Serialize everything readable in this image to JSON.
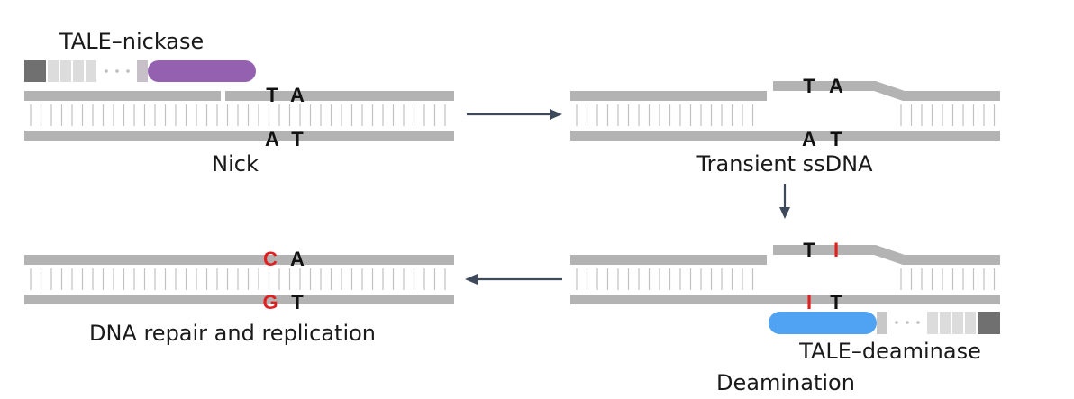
{
  "labels": {
    "tale_nickase": "TALE–nickase",
    "nick": "Nick",
    "transient_ssdna": "Transient ssDNA",
    "repair": "DNA repair and replication",
    "tale_deaminase": "TALE–deaminase",
    "deamination": "Deamination"
  },
  "panel_nick": {
    "top_bases": [
      "T",
      "A"
    ],
    "bottom_bases": [
      "A",
      "T"
    ]
  },
  "panel_ssdna": {
    "top_bases": [
      "T",
      "A"
    ],
    "bottom_bases": [
      "A",
      "T"
    ]
  },
  "panel_deamination": {
    "top_bases": [
      "T",
      "I"
    ],
    "bottom_bases": [
      "I",
      "T"
    ]
  },
  "panel_repair": {
    "top_bases": [
      "C",
      "A"
    ],
    "bottom_bases": [
      "G",
      "T"
    ]
  },
  "colors": {
    "strand": "#b3b3b3",
    "nickase": "#9361b0",
    "deaminase": "#4fa3f2",
    "edited": "#e02020",
    "base": "#111111",
    "arrow": "#3e4a5c"
  }
}
